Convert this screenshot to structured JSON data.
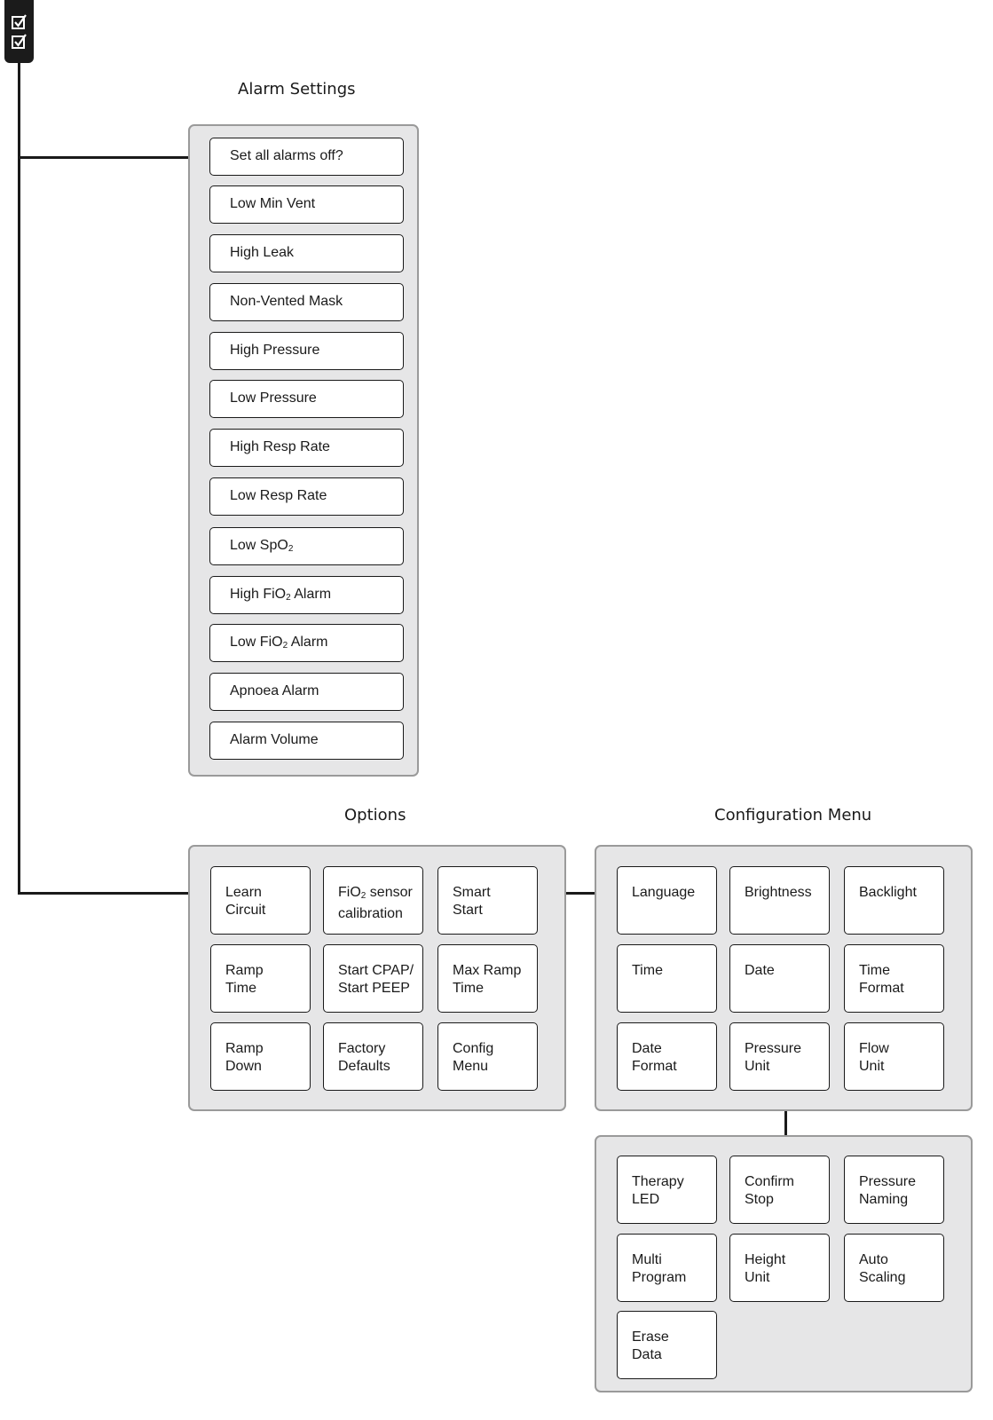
{
  "alarm_settings": {
    "title": "Alarm Settings",
    "items": [
      {
        "label": "Set all alarms off?"
      },
      {
        "label": "Low Min Vent"
      },
      {
        "label": "High Leak"
      },
      {
        "label": "Non-Vented Mask"
      },
      {
        "label": "High Pressure"
      },
      {
        "label": "Low Pressure"
      },
      {
        "label": "High Resp Rate"
      },
      {
        "label": "Low Resp Rate"
      },
      {
        "pre": "Low SpO",
        "sub": "2",
        "post": ""
      },
      {
        "pre": "High FiO",
        "sub": "2",
        "post": " Alarm"
      },
      {
        "pre": "Low FiO",
        "sub": "2",
        "post": " Alarm"
      },
      {
        "label": "Apnoea Alarm"
      },
      {
        "label": "Alarm Volume"
      }
    ]
  },
  "options": {
    "title": "Options",
    "items": [
      {
        "label": "Learn\nCircuit"
      },
      {
        "pre": "FiO",
        "sub": "2",
        "post": " sensor\ncalibration"
      },
      {
        "label": "Smart\nStart"
      },
      {
        "label": "Ramp\nTime"
      },
      {
        "label": "Start CPAP/\nStart PEEP"
      },
      {
        "label": "Max Ramp\nTime"
      },
      {
        "label": "Ramp\nDown"
      },
      {
        "label": "Factory\nDefaults"
      },
      {
        "label": "Config\nMenu"
      }
    ]
  },
  "configuration_menu": {
    "title": "Configuration Menu",
    "items": [
      {
        "label": "Language"
      },
      {
        "label": "Brightness"
      },
      {
        "label": "Backlight"
      },
      {
        "label": "Time"
      },
      {
        "label": "Date"
      },
      {
        "label": "Time\nFormat"
      },
      {
        "label": "Date\nFormat"
      },
      {
        "label": "Pressure\nUnit"
      },
      {
        "label": "Flow\nUnit"
      }
    ],
    "more_items": [
      {
        "label": "Therapy\nLED"
      },
      {
        "label": "Confirm\nStop"
      },
      {
        "label": "Pressure\nNaming"
      },
      {
        "label": "Multi\nProgram"
      },
      {
        "label": "Height\nUnit"
      },
      {
        "label": "Auto\nScaling"
      },
      {
        "label": "Erase\nData"
      }
    ]
  }
}
